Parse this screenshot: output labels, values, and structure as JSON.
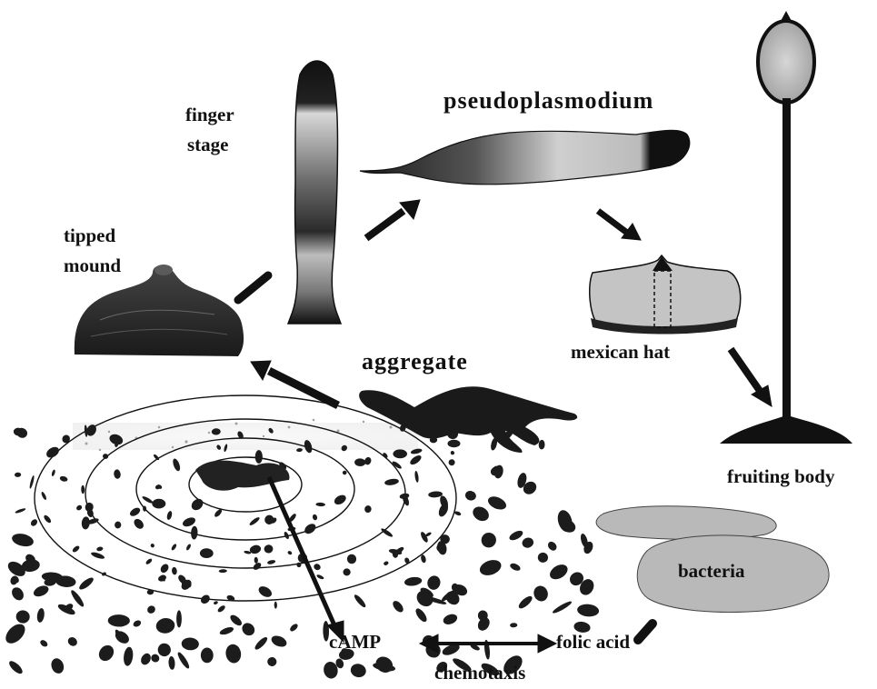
{
  "labels": {
    "finger": "finger",
    "stage": "stage",
    "pseudoplasmodium": "pseudoplasmodium",
    "tipped": "tipped",
    "mound": "mound",
    "mexican_hat": "mexican hat",
    "aggregate": "aggregate",
    "fruiting_body": "fruiting body",
    "bacteria": "bacteria",
    "camp": "cAMP",
    "folic_acid": "folic acid",
    "chemotaxis": "chemotaxis"
  },
  "colors": {
    "ink": "#111111",
    "fill_light": "#c9c9c9",
    "fill_bacteria": "#b9b9b9"
  }
}
